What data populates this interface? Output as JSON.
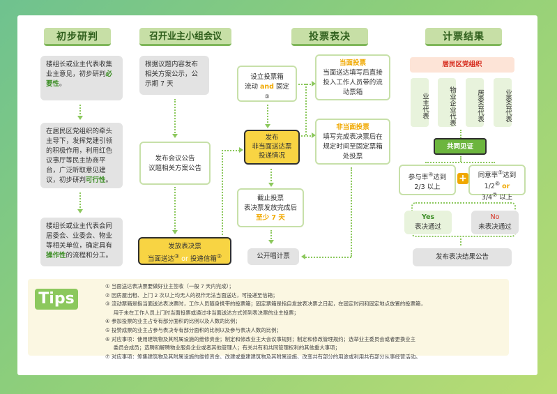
{
  "col1": {
    "header": "初步研判",
    "box1_pre": "楼组长或业主代表收集业主意见，初步研判",
    "box1_emph": "必要性",
    "box1_post": "。",
    "box2_pre": "在居民区党组织的牵头主导下，发挥党建引领的积极作用，利用红色议事厅等民主协商平台，广泛听取意见建议，初步研判",
    "box2_emph": "可行性",
    "box2_post": "。",
    "box3_pre": "楼组长或业主代表会同居委会、业委会、物业等相关单位，确定具有",
    "box3_emph": "操作性",
    "box3_post": "的流程和分工。"
  },
  "col2": {
    "header": "召开业主小组会议",
    "box1": "根据议题内容发布相关方案公示，公示期 7 天",
    "box2": "发布会议公告\n议题相关方案公告",
    "box3_line1": "发放表决票",
    "box3_a": "当面送达",
    "box3_sup1": "③",
    "box3_or": "or",
    "box3_b": "投递信箱",
    "box3_sup2": "②"
  },
  "col3": {
    "header": "投票表决",
    "box1_pre": "设立投票箱\n流动",
    "box1_and": "and",
    "box1_post": "固定",
    "box1_sup": "③",
    "box2": "发布\n非当面送达票\n投递情况",
    "box3_pre": "截止投票\n表决票发放完成后\n",
    "box3_emph": "至少 7 天",
    "box4": "公开唱计票",
    "side1_title": "当面投票",
    "side1_body": "当面送达填写后直接投入工作人员带的流动票箱",
    "side2_title": "非当面投票",
    "side2_body": "填写完成表决票后在规定时间至固定票箱处投票"
  },
  "col4": {
    "header": "计票结果",
    "org": "居民区党组织",
    "reps": [
      "业主代表",
      "物业企业代表",
      "居委会代表",
      "业委会代表"
    ],
    "witness": "共同见证",
    "cond1_a": "参与率",
    "cond1_sup": "④",
    "cond1_b": "达到\n2/3 以上",
    "plus": "+",
    "cond2_a": "同意率",
    "cond2_sup": "⑤",
    "cond2_b": "达到\n1/2",
    "cond2_sup2": "⑥",
    "cond2_or": "or",
    "cond2_c": "3/4",
    "cond2_sup3": "⑦",
    "cond2_d": "以上",
    "yes_label": "Yes",
    "yes_text": "表决通过",
    "no_label": "No",
    "no_text": "未表决通过",
    "final": "发布表决结果公告"
  },
  "tips": {
    "title": "Tips",
    "items": [
      "① 当面送达表决票要做好业主签收（一般 7 天内完成）；",
      "② 因房屋出租、上门 2 次以上均无人的视作无法当面送达，可投递至信箱；",
      "③ 流动票箱是指当面送达表决票时，工作人员随身携带的投票箱；固定票箱是指自发放表决票之日起，在固定时间和固定地点放置的投票箱，",
      "     用于未在工作人员上门时当面投票或通过非当面送达方式领到表决票的业主投票；",
      "④ 参加投票的业主占专有部分面积的比例以及人数的比例；",
      "⑤ 投赞成票的业主占参与表决专有部分面积的比例以及参与表决人数的比例；",
      "⑥ 对应事项：使用建筑物及其附属设施的维修资金；制定和修改业主大会议事规则；制定和修改管理规约；选举业主委员会或者更换业主",
      "     委员会成员；选聘和解聘物业服务企业或者其他管理人；有关共有和共同管理权利的其他重大事项；",
      "⑦ 对应事项：筹集建筑物及其附属设施的维修资金、改建或重建建筑物及其附属设施、改变共有部分的用途或利用共有部分从事经营活动。"
    ]
  }
}
